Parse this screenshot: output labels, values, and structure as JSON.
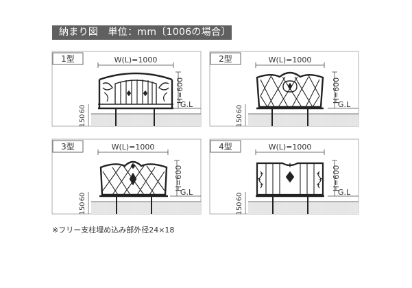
{
  "header": {
    "title": "納まり図　単位：mm〔1006の場合〕"
  },
  "panels": [
    {
      "type_label": "1型",
      "width_label": "W(L)=1000",
      "height_label": "H=600",
      "ground_label": "G.L",
      "dim_150": "150",
      "dim_60": "60",
      "pattern": "arch-bars"
    },
    {
      "type_label": "2型",
      "width_label": "W(L)=1000",
      "height_label": "H=600",
      "ground_label": "G.L",
      "dim_150": "150",
      "dim_60": "60",
      "pattern": "lattice-flower"
    },
    {
      "type_label": "3型",
      "width_label": "W(L)=1000",
      "height_label": "H=600",
      "ground_label": "G.L",
      "dim_150": "150",
      "dim_60": "60",
      "pattern": "lattice-diamond"
    },
    {
      "type_label": "4型",
      "width_label": "W(L)=1000",
      "height_label": "H=600",
      "ground_label": "G.L",
      "dim_150": "150",
      "dim_60": "60",
      "pattern": "bars-vine"
    }
  ],
  "footnote": "※フリー支柱埋め込み部外径24×18"
}
